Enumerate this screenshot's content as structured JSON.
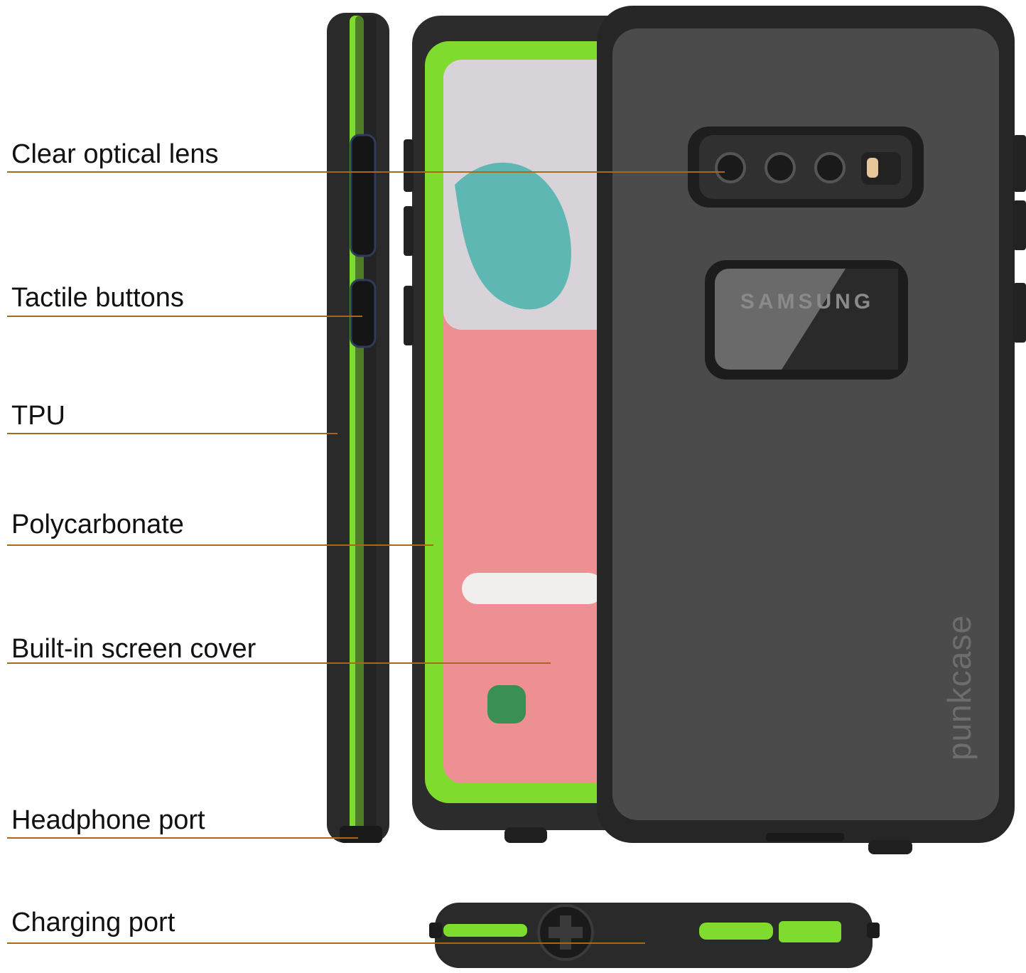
{
  "labels": {
    "clear_optical_lens": "Clear optical lens",
    "tactile_buttons": "Tactile buttons",
    "tpu": "TPU",
    "polycarbonate": "Polycarbonate",
    "built_in_screen_cover": "Built-in screen cover",
    "headphone_port": "Headphone port",
    "charging_port": "Charging port"
  },
  "brand": {
    "case_logo": "punkcase",
    "device_logo": "SAMSUNG"
  },
  "colors": {
    "leader_line": "#a8671a",
    "case_black": "#2b2b2b",
    "accent_green": "#7fdc2e",
    "screen_pink": "#ee8f93"
  },
  "icons": {
    "google": "google-g-icon",
    "phone_app": "phone-app-icon",
    "charging_plug": "cross-plug-icon"
  }
}
